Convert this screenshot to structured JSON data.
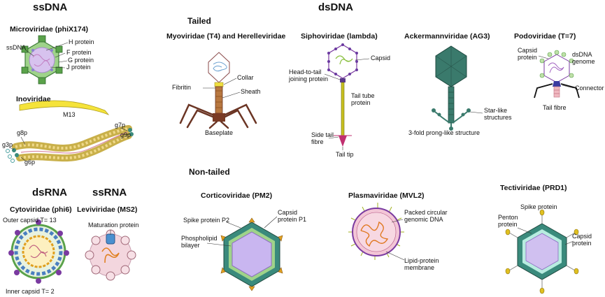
{
  "groups": {
    "ssdna": "ssDNA",
    "dsdna": "dsDNA",
    "dsrna": "dsRNA",
    "ssrna": "ssRNA",
    "tailed": "Tailed",
    "non_tailed": "Non-tailed"
  },
  "families": {
    "microviridae": "Microviridae (phiX174)",
    "inoviridae": "Inoviridae",
    "cytoviridae": "Cytoviridae (phi6)",
    "leviviridae": "Leviviridae (MS2)",
    "myoviridae": "Myoviridae (T4) and Herelleviridae",
    "siphoviridae": "Siphoviridae (lambda)",
    "ackermannviridae": "Ackermannviridae (AG3)",
    "podoviridae": "Podoviridae (T=7)",
    "corticoviridae": "Corticoviridae (PM2)",
    "plasmaviridae": "Plasmaviridae (MVL2)",
    "tectiviridae": "Tectiviridae (PRD1)"
  },
  "labels": {
    "micro_ssdna": "ssDNA",
    "micro_h": "H protein",
    "micro_f": "F protein",
    "micro_g": "G protein",
    "micro_j": "J protein",
    "ino_m13": "M13",
    "ino_g8p": "g8p",
    "ino_g3p": "g3p",
    "ino_g6p": "g6p",
    "ino_g7p": "g7p",
    "ino_g9p": "g9p",
    "cyto_outer": "Outer capsid T= 13",
    "cyto_inner": "Inner capsid T= 2",
    "levi_maturation": "Maturation protein",
    "myo_collar": "Collar",
    "myo_fibritin": "Fibritin",
    "myo_sheath": "Sheath",
    "myo_baseplate": "Baseplate",
    "sipho_capsid": "Capsid",
    "sipho_h2t": "Head-to-tail\njoining protein",
    "sipho_tube": "Tail tube\nprotein",
    "sipho_side": "Side tail\nfibre",
    "sipho_tip": "Tail tip",
    "acker_star": "Star-like\nstructures",
    "acker_prong": "3-fold prong-like structure",
    "podo_capsid": "Capsid\nprotein",
    "podo_dsdna": "dsDNA\ngenome",
    "podo_connector": "Connector",
    "podo_fibre": "Tail fibre",
    "pm2_spike": "Spike protein P2",
    "pm2_capsid": "Capsid\nprotein P1",
    "pm2_bilayer": "Phospholipid\nbilayer",
    "mvl2_packed": "Packed circular\ngenomic DNA",
    "mvl2_membrane": "Lipid-protein\nmembrane",
    "prd1_spike": "Spike protein",
    "prd1_penton": "Penton\nprotein",
    "prd1_capsid": "Capsid\nprotein"
  },
  "colors": {
    "capsid_green": "#3a8a7c",
    "tail_brown": "#6b3524",
    "filament_yellow": "#f5e33a",
    "membrane_purple": "#c9b6f0",
    "spike_orange": "#e0a020",
    "icon_blue": "#4a7fc0"
  }
}
